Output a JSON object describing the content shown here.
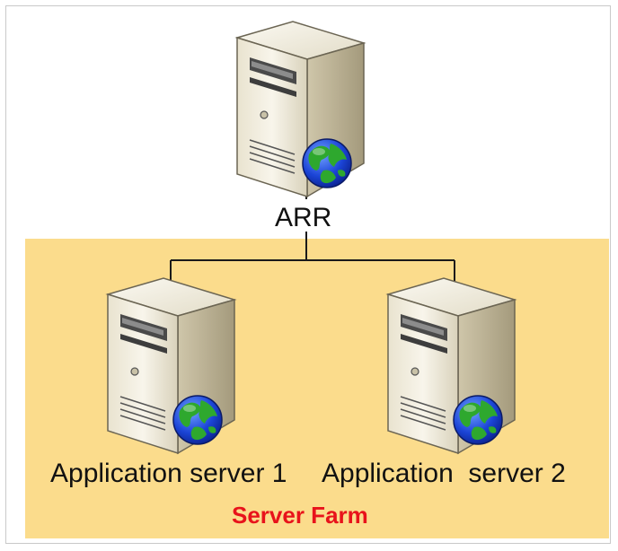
{
  "diagram": {
    "top_node": {
      "label": "ARR",
      "icon": "server-with-globe-icon"
    },
    "group": {
      "label": "Server Farm",
      "label_color": "#e8131b",
      "fill_color": "#fbdc8c"
    },
    "farm_nodes": [
      {
        "label": "Application server 1",
        "icon": "server-with-globe-icon"
      },
      {
        "label": "Application  server 2",
        "icon": "server-with-globe-icon"
      }
    ],
    "connections": [
      {
        "from": "ARR",
        "to": "Application server 1"
      },
      {
        "from": "ARR",
        "to": "Application  server 2"
      }
    ]
  }
}
